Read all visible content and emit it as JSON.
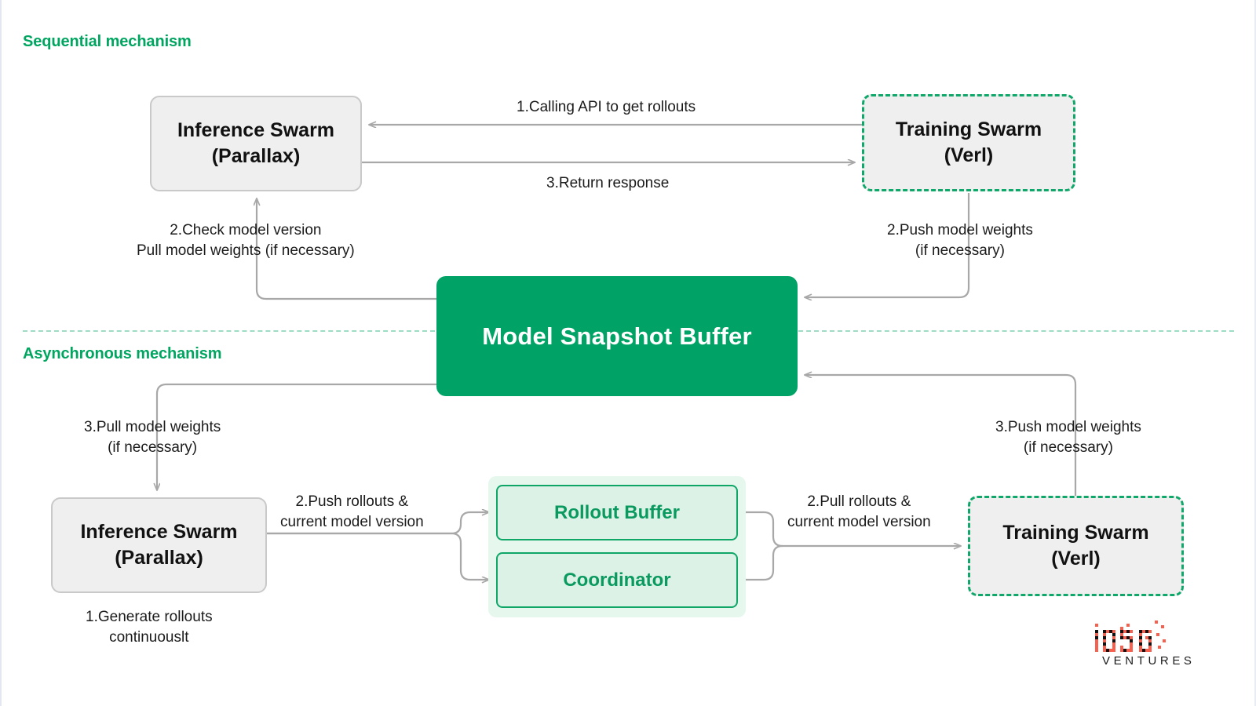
{
  "sections": {
    "sequential": {
      "heading": "Sequential mechanism"
    },
    "asynchronous": {
      "heading": "Asynchronous mechanism"
    }
  },
  "nodes": {
    "inference_top": {
      "line1": "Inference Swarm",
      "line2": "(Parallax)"
    },
    "training_top": {
      "line1": "Training Swarm",
      "line2": "(Verl)"
    },
    "inference_bottom": {
      "line1": "Inference Swarm",
      "line2": "(Parallax)"
    },
    "training_bottom": {
      "line1": "Training Swarm",
      "line2": "(Verl)"
    },
    "model_snapshot_buffer": {
      "label": "Model Snapshot Buffer"
    },
    "rollout_buffer": {
      "label": "Rollout Buffer"
    },
    "coordinator": {
      "label": "Coordinator"
    }
  },
  "edge_labels": {
    "calling_api": {
      "line1": "1.Calling API to get rollouts"
    },
    "return_response": {
      "line1": "3.Return response"
    },
    "check_model": {
      "line1": "2.Check model version",
      "line2": "Pull model weights (if necessary)"
    },
    "push_weights_top": {
      "line1": "2.Push model weights",
      "line2": "(if necessary)"
    },
    "pull_weights_bottom": {
      "line1": "3.Pull model weights",
      "line2": "(if necessary)"
    },
    "push_weights_bottom": {
      "line1": "3.Push model weights",
      "line2": "(if necessary)"
    },
    "push_rollouts": {
      "line1": "2.Push rollouts &",
      "line2": "current model version"
    },
    "pull_rollouts": {
      "line1": "2.Pull rollouts &",
      "line2": "current model version"
    },
    "generate_rollouts": {
      "line1": "1.Generate rollouts",
      "line2": "continuouslt"
    }
  },
  "logo": {
    "mark": "iosg-pixel-logo",
    "wordmark": "VENTURES"
  },
  "colors": {
    "brand_green": "#00A560",
    "buffer_green": "#00A365",
    "node_gray_fill": "#efefef",
    "node_gray_border": "#c9c9c9",
    "dashed_green": "#10a86a",
    "group_green_fill": "#e6f7ee",
    "wire_gray": "#a8a8a8",
    "logo_orange": "#f8604d",
    "text_dark": "#1b1b1b"
  }
}
